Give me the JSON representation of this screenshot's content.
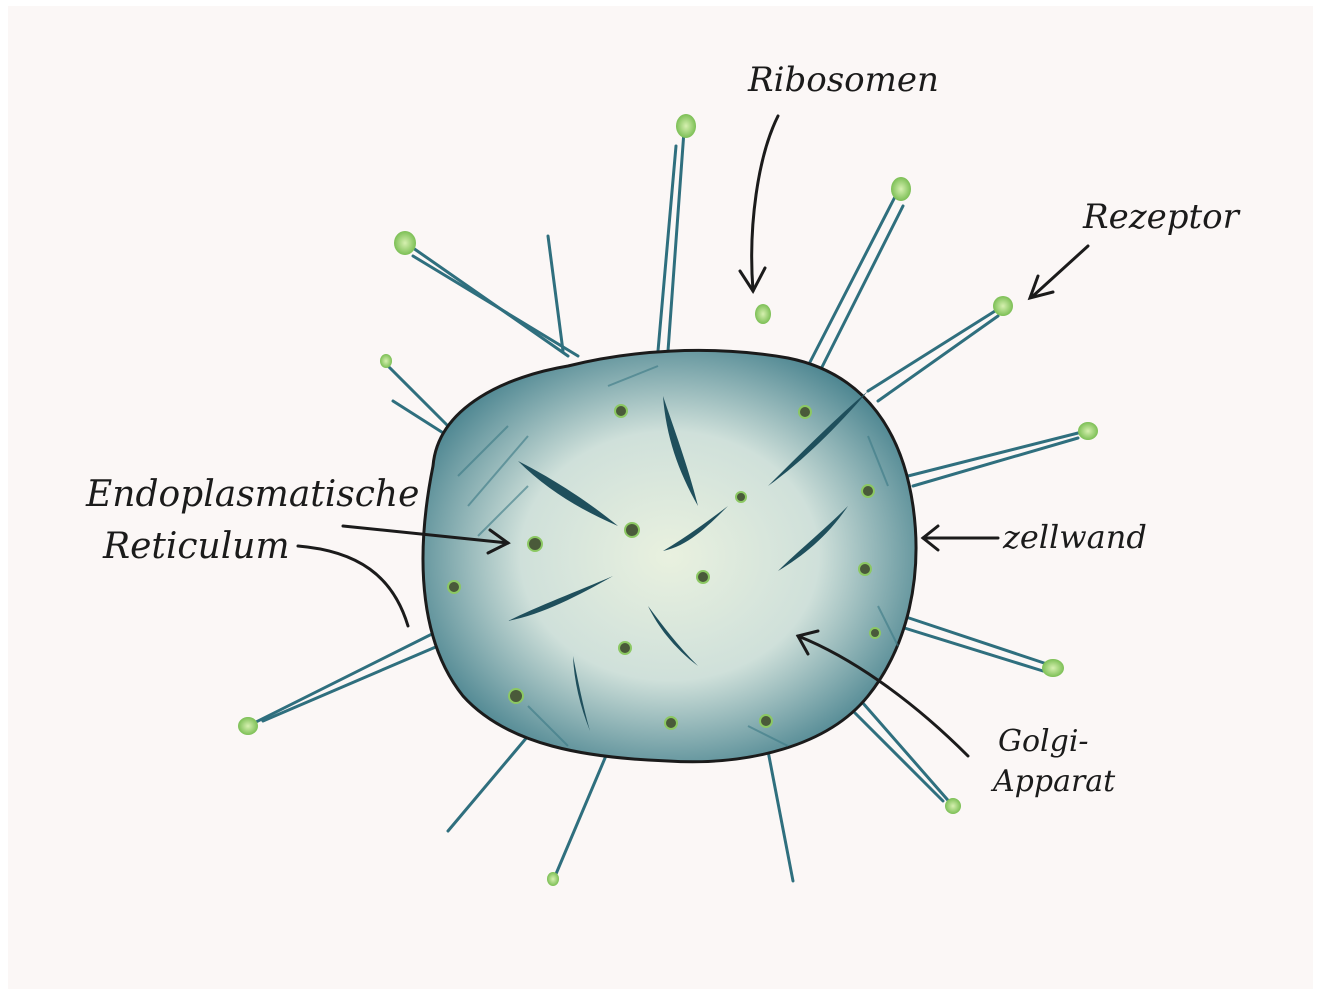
{
  "labels": {
    "ribosomen": "Ribosomen",
    "rezeptor": "Rezeptor",
    "er_line1": "Endoplasmatische",
    "er_line2": "Reticulum",
    "zellwand": "zellwand",
    "golgi_line1": "Golgi-",
    "golgi_line2": "Apparat"
  },
  "colors": {
    "paper": "#fbf7f6",
    "cell_fill": "#d8e6e2",
    "cell_shade": "#2e6a78",
    "ink": "#1b1b1b",
    "ribosome_green": "#8cc863",
    "ribosome_dark": "#3a4a30"
  }
}
